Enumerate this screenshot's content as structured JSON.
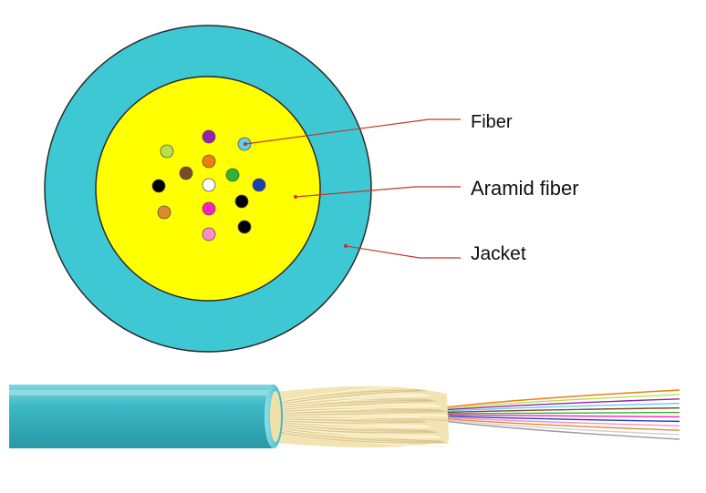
{
  "labels": {
    "fiber": "Fiber",
    "aramid": "Aramid fiber",
    "jacket": "Jacket"
  },
  "colors": {
    "jacket": "#3ec8d4",
    "jacket_outline": "#2a2a2a",
    "aramid_core": "#ffff00",
    "leader_line": "#c0392b",
    "cable_body": "#3bb7c4",
    "aramid_strands": "#f2e3b3"
  },
  "fibers": [
    {
      "color": "purple",
      "hex": "#9b1fb0"
    },
    {
      "color": "lime",
      "hex": "#b7e04a"
    },
    {
      "color": "aqua",
      "hex": "#5fd0e8"
    },
    {
      "color": "orange",
      "hex": "#f07c10"
    },
    {
      "color": "brown",
      "hex": "#7a4a2a"
    },
    {
      "color": "green",
      "hex": "#2fb52f"
    },
    {
      "color": "black",
      "hex": "#000000"
    },
    {
      "color": "white",
      "hex": "#ffffff"
    },
    {
      "color": "blue",
      "hex": "#1f3fb0"
    },
    {
      "color": "black",
      "hex": "#000000"
    },
    {
      "color": "orange",
      "hex": "#e08a2a"
    },
    {
      "color": "magenta",
      "hex": "#ff1fbf"
    },
    {
      "color": "pink",
      "hex": "#ff8ad0"
    },
    {
      "color": "black",
      "hex": "#000000"
    }
  ],
  "fanout_fibers": [
    "#f07c10",
    "#b7e04a",
    "#9b1fb0",
    "#5fd0e8",
    "#7a4a2a",
    "#2fb52f",
    "#ff1fbf",
    "#1f3fb0",
    "#ff8ad0",
    "#e08a2a",
    "#d0d0d0",
    "#9b9b9b"
  ]
}
